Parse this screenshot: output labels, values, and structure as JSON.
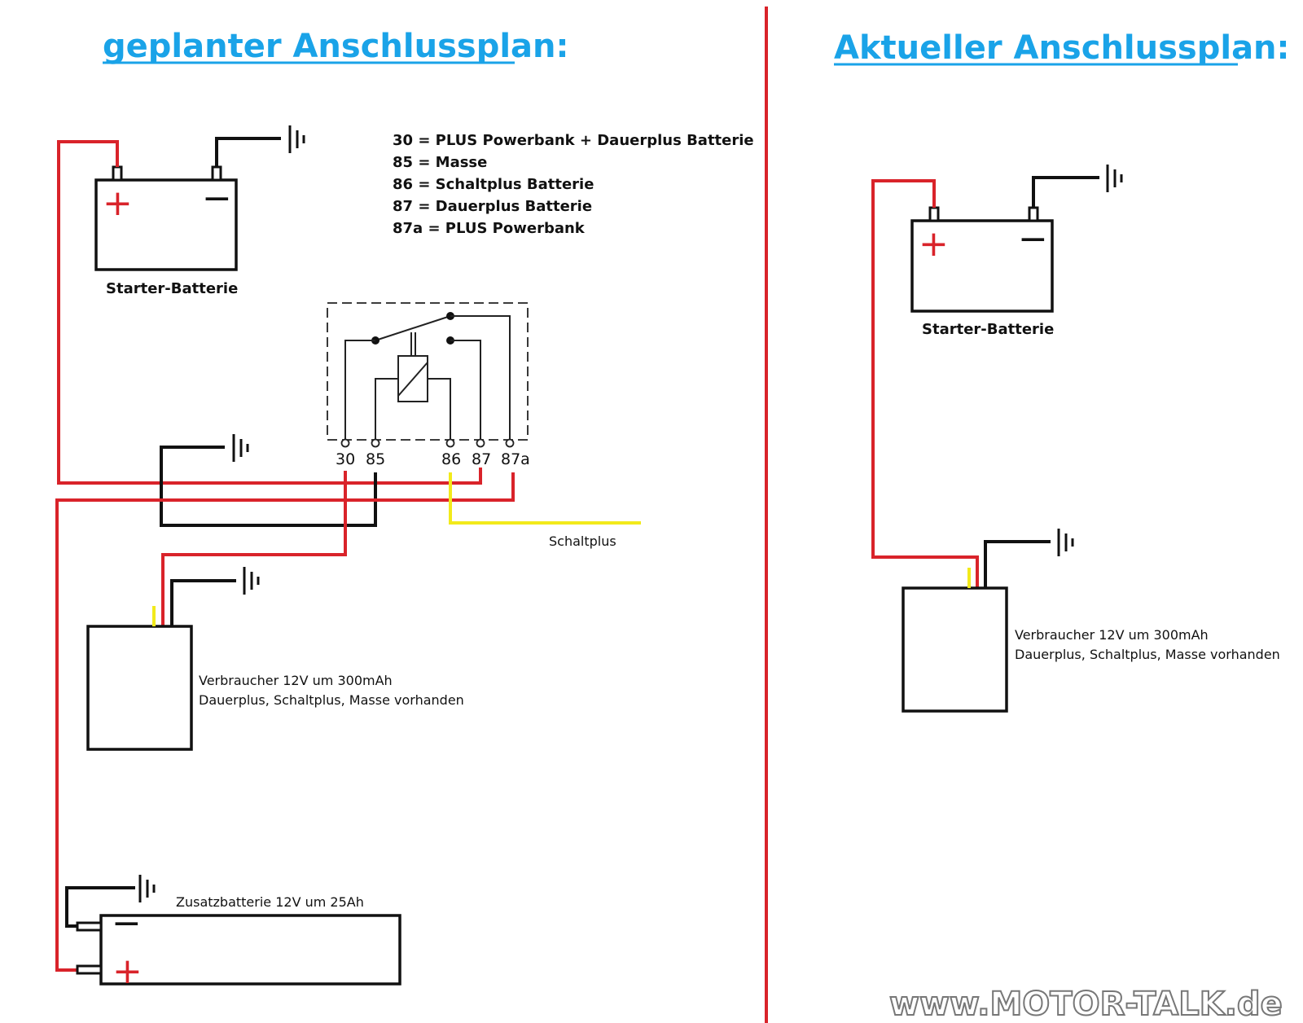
{
  "left": {
    "title": "geplanter Anschlussplan:",
    "legend": [
      "30 = PLUS Powerbank + Dauerplus Batterie",
      "85 = Masse",
      "86 = Schaltplus Batterie",
      "87 = Dauerplus Batterie",
      "87a = PLUS Powerbank"
    ],
    "starter_battery_label": "Starter-Batterie",
    "relay_pins": [
      "30",
      "85",
      "86",
      "87",
      "87a"
    ],
    "schaltplus_label": "Schaltplus",
    "consumer_line1": "Verbraucher 12V um 300mAh",
    "consumer_line2": "Dauerplus, Schaltplus, Masse vorhanden",
    "aux_battery_label": "Zusatzbatterie 12V um 25Ah"
  },
  "right": {
    "title": "Aktueller Anschlussplan:",
    "starter_battery_label": "Starter-Batterie",
    "consumer_line1": "Verbraucher 12V um 300mAh",
    "consumer_line2": "Dauerplus, Schaltplus, Masse vorhanden"
  },
  "symbols": {
    "plus": "+",
    "minus": "−"
  },
  "watermark": "www.MOTOR-TALK.de",
  "colors": {
    "title": "#1aa3e8",
    "divider": "#d9232a",
    "plus_wire": "#d9232a",
    "ground_wire": "#111111",
    "switched_wire": "#f2ea1b"
  }
}
